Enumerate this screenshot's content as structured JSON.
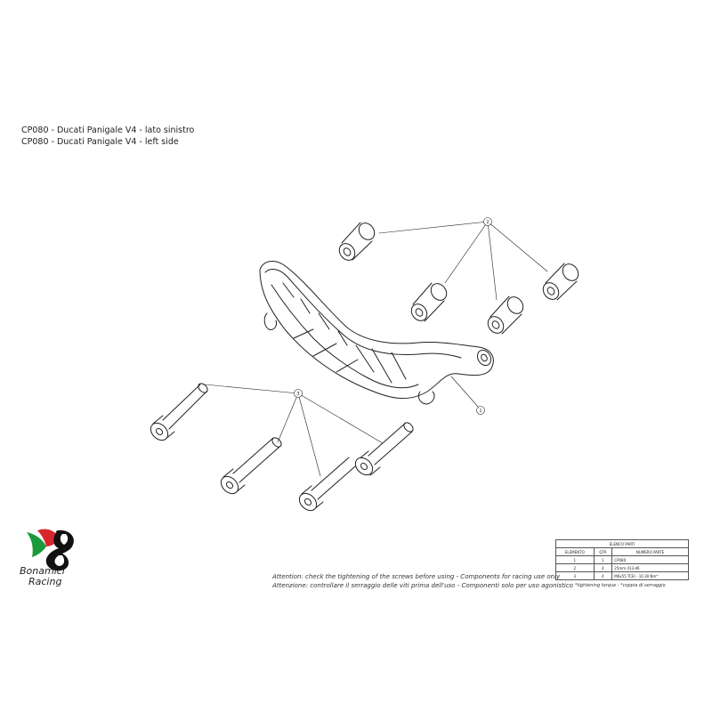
{
  "title": {
    "line1": "CP080 - Ducati Panigale V4 - lato sinistro",
    "line2": "CP080 - Ducati Panigale V4 - left side"
  },
  "callouts": {
    "spacers": "2",
    "guard": "1",
    "screws": "3"
  },
  "logo": {
    "line1": "Bonamici",
    "line2": "Racing",
    "colors": {
      "green": "#1a9a3a",
      "red": "#d7262e",
      "black": "#111111"
    }
  },
  "notes": {
    "english": "Attention: check the tightening of the screws before using - Components for racing use only",
    "italian": "Attenzione: controllare il serraggio delle viti prima dell'uso - Componenti solo per uso agonistico"
  },
  "parts_table": {
    "caption": "ELENCO PARTI",
    "headers": [
      "ELEMENTO",
      "QTÀ",
      "NUMERO PARTE"
    ],
    "rows": [
      [
        "1",
        "1",
        "CP080"
      ],
      [
        "2",
        "4",
        "25mm d13-d6"
      ],
      [
        "3",
        "4",
        "M6x55 TCEI - 10.30 Nm*"
      ]
    ],
    "footnote": "*tightening torque - *coppia di serraggio"
  }
}
